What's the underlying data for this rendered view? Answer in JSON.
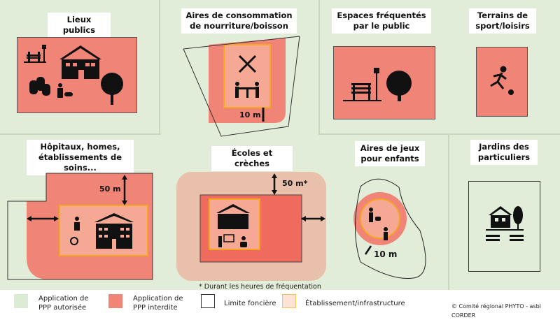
{
  "panels": {
    "lieux_publics": {
      "title": "Lieux publics"
    },
    "aires_consommation": {
      "title": "Aires de consommation de nourriture/boisson",
      "distance": "10 m"
    },
    "espaces_frequentes": {
      "title": "Espaces fréquentés par le public"
    },
    "terrains_sport": {
      "title": "Terrains de sport/loisirs"
    },
    "hopitaux": {
      "title": "Hôpitaux, homes, établissements de soins...",
      "distance": "50 m"
    },
    "ecoles": {
      "title": "Écoles et crèches",
      "distance": "50 m*",
      "footnote": "* Durant les heures de fréquentation"
    },
    "aires_jeux": {
      "title": "Aires de jeux pour enfants",
      "distance": "10 m"
    },
    "jardins": {
      "title": "Jardins des particuliers"
    }
  },
  "legend": {
    "items": [
      {
        "label": "Application de PPP autorisée",
        "color": "#dcebd3"
      },
      {
        "label": "Application de PPP interdite",
        "color": "#f08477"
      },
      {
        "label": "Limite foncière",
        "color": "#ffffff"
      },
      {
        "label": "Établissement/infrastructure",
        "color": "#fbe3d6"
      }
    ],
    "copyright": "© Comité régional PHYTO - asbl CORDER"
  },
  "colors": {
    "allowed": "#e1edd8",
    "forbidden": "#f08477",
    "establishment_border": "#f5a623",
    "school_buffer": "#e9c0ab"
  }
}
